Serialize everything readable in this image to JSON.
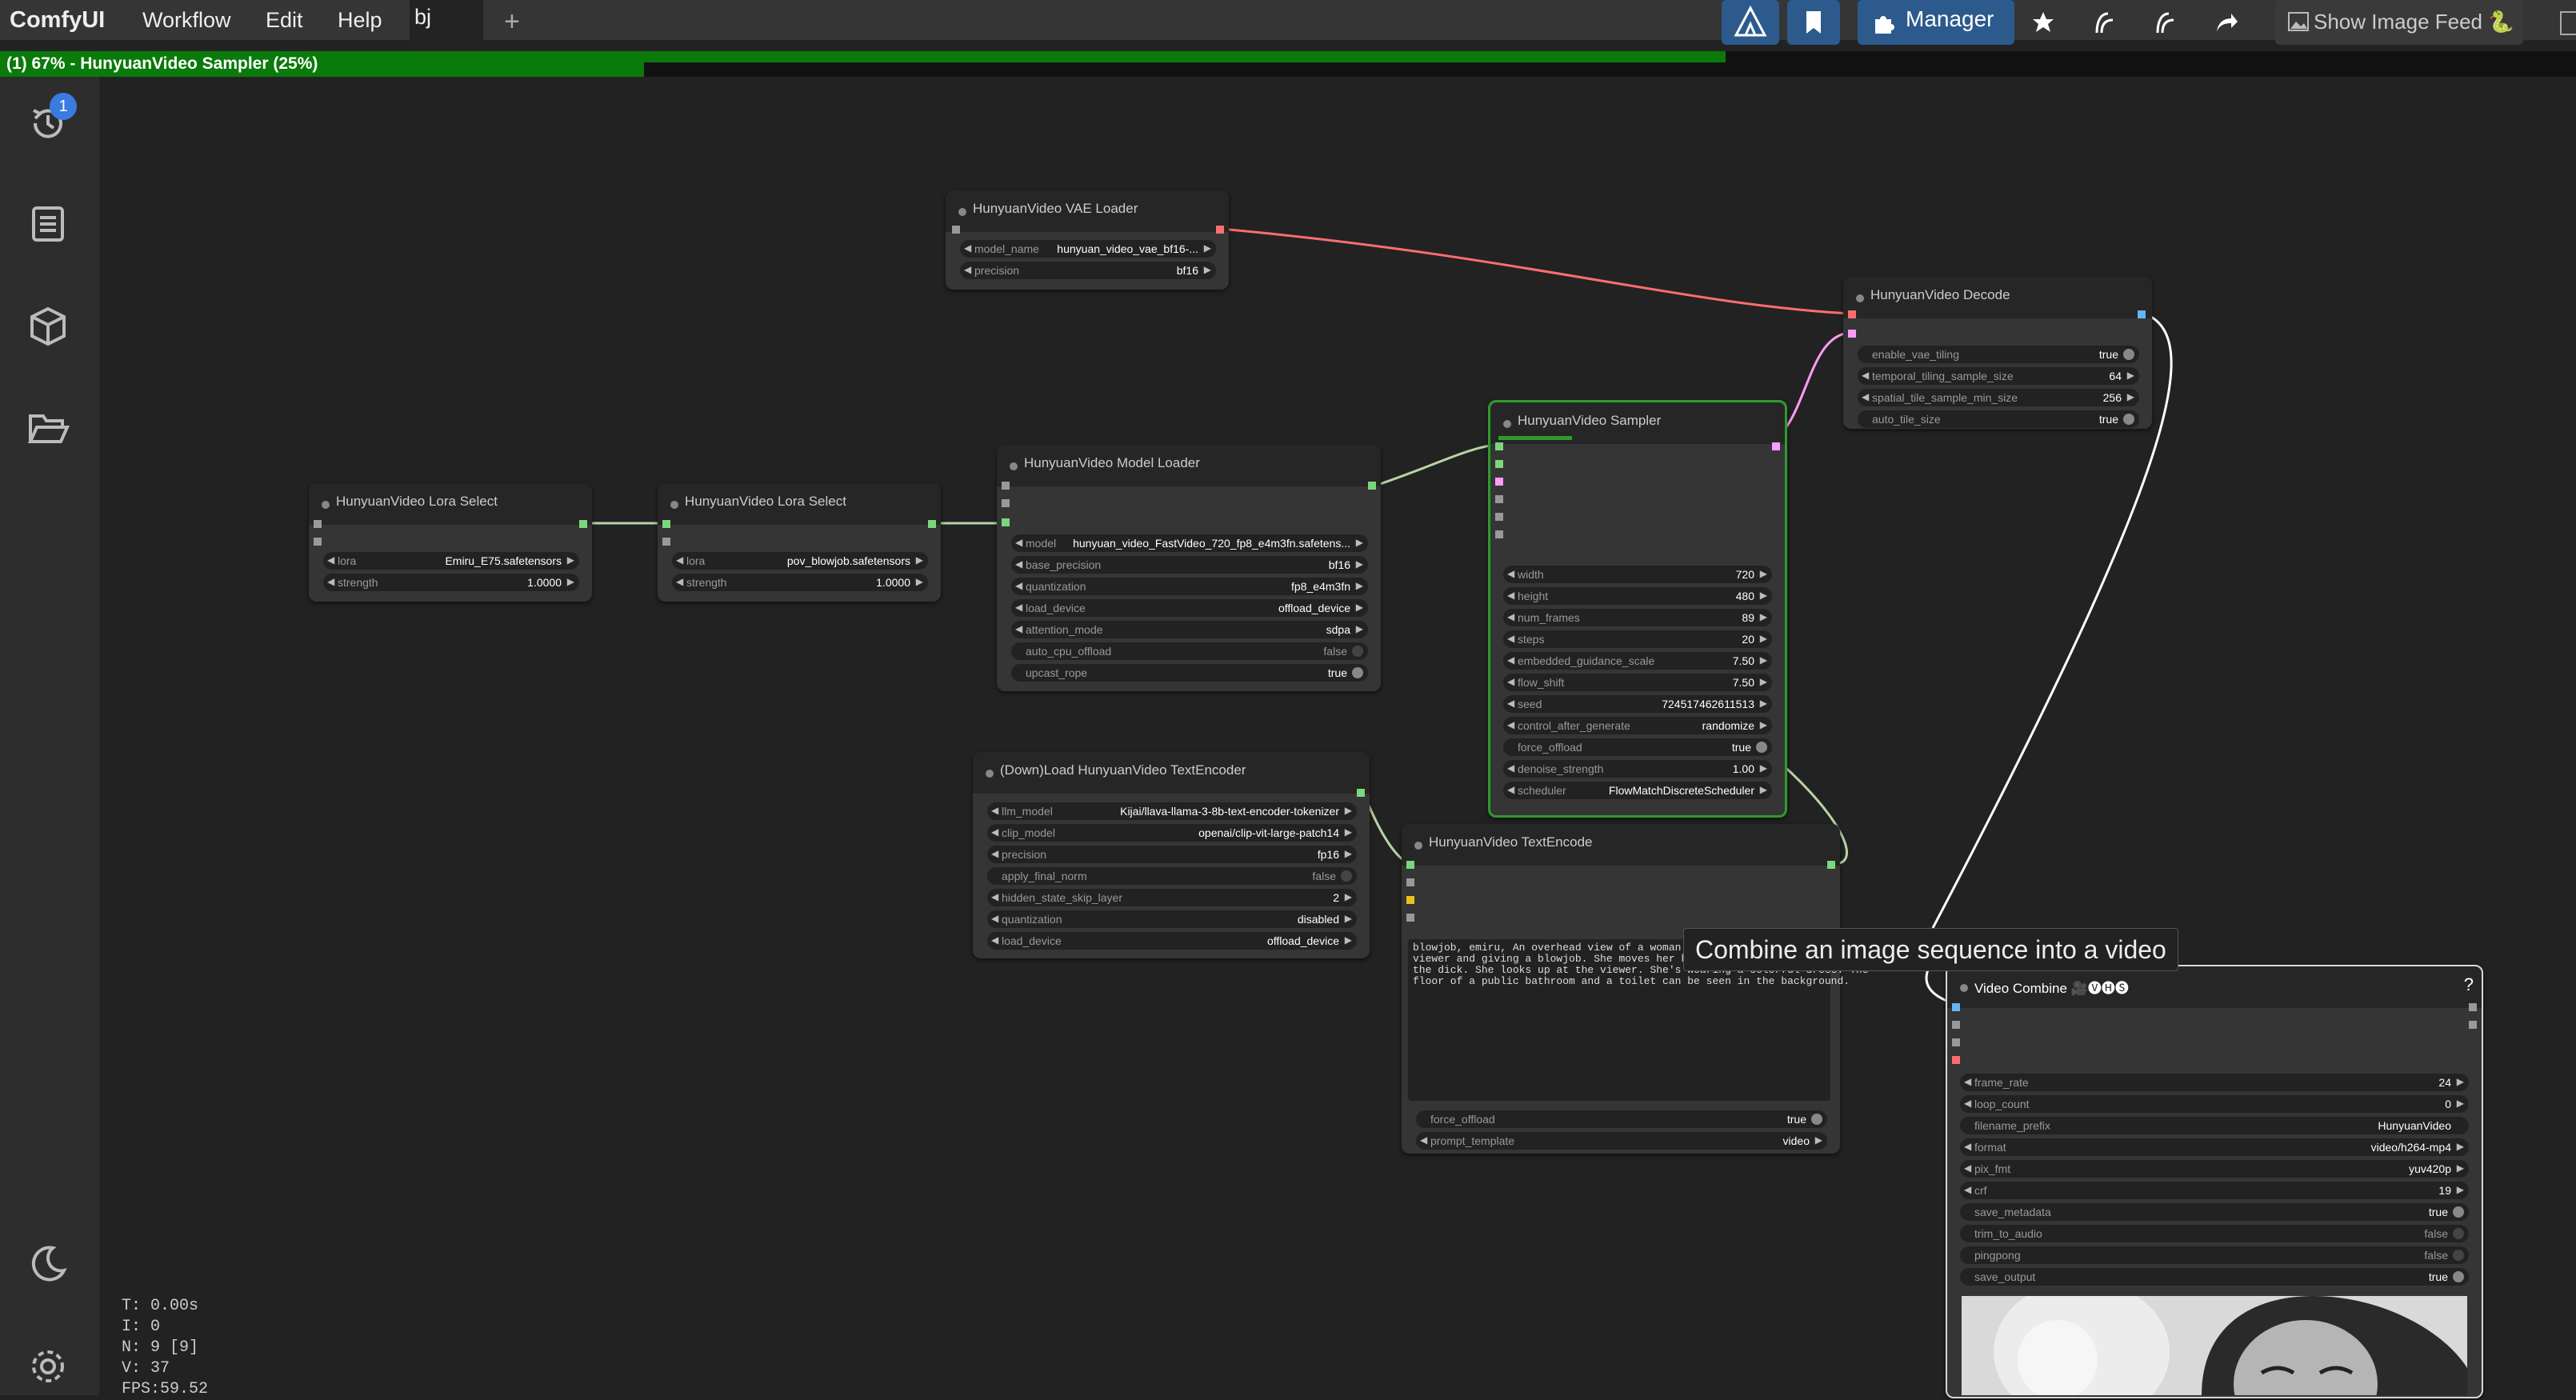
{
  "topbar": {
    "app_name": "ComfyUI",
    "menus": [
      "Workflow",
      "Edit",
      "Help"
    ],
    "tab": "bj",
    "new_tab": "+",
    "manager": "Manager",
    "show_image_feed": "Show Image Feed 🐍"
  },
  "progress": {
    "label": "(1) 67% - HunyuanVideo Sampler (25%)",
    "percent": 67,
    "node_percent": 25
  },
  "sidebar": {
    "queue_badge": "1",
    "items": [
      "history-icon",
      "queue-list-icon",
      "model-library-icon",
      "workflows-folder-icon",
      "theme-toggle-icon",
      "settings-icon"
    ]
  },
  "stats": {
    "t": "T: 0.00s",
    "i": "I: 0",
    "n": "N: 9 [9]",
    "v": "V: 37",
    "fps": "FPS:59.52"
  },
  "nodes": {
    "vae_loader": {
      "title": "HunyuanVideo VAE Loader",
      "model_name_label": "model_name",
      "model_name": "hunyuan_video_vae_bf16-...",
      "precision_label": "precision",
      "precision": "bf16"
    },
    "decode": {
      "title": "HunyuanVideo Decode",
      "w1_label": "enable_vae_tiling",
      "w1": "true",
      "w2_label": "temporal_tiling_sample_size",
      "w2": "64",
      "w3_label": "spatial_tile_sample_min_size",
      "w3": "256",
      "w4_label": "auto_tile_size",
      "w4": "true"
    },
    "lora1": {
      "title": "HunyuanVideo Lora Select",
      "lora_label": "lora",
      "lora": "Emiru_E75.safetensors",
      "strength_label": "strength",
      "strength": "1.0000"
    },
    "lora2": {
      "title": "HunyuanVideo Lora Select",
      "lora_label": "lora",
      "lora": "pov_blowjob.safetensors",
      "strength_label": "strength",
      "strength": "1.0000"
    },
    "model_loader": {
      "title": "HunyuanVideo Model Loader",
      "w1_label": "model",
      "w1": "hunyuan_video_FastVideo_720_fp8_e4m3fn.safetens...",
      "w2_label": "base_precision",
      "w2": "bf16",
      "w3_label": "quantization",
      "w3": "fp8_e4m3fn",
      "w4_label": "load_device",
      "w4": "offload_device",
      "w5_label": "attention_mode",
      "w5": "sdpa",
      "w6_label": "auto_cpu_offload",
      "w6": "false",
      "w7_label": "upcast_rope",
      "w7": "true"
    },
    "sampler": {
      "title": "HunyuanVideo Sampler",
      "w1_label": "width",
      "w1": "720",
      "w2_label": "height",
      "w2": "480",
      "w3_label": "num_frames",
      "w3": "89",
      "w4_label": "steps",
      "w4": "20",
      "w5_label": "embedded_guidance_scale",
      "w5": "7.50",
      "w6_label": "flow_shift",
      "w6": "7.50",
      "w7_label": "seed",
      "w7": "724517462611513",
      "w8_label": "control_after_generate",
      "w8": "randomize",
      "w9_label": "force_offload",
      "w9": "true",
      "w10_label": "denoise_strength",
      "w10": "1.00",
      "w11_label": "scheduler",
      "w11": "FlowMatchDiscreteScheduler"
    },
    "text_encoder_loader": {
      "title": "(Down)Load HunyuanVideo TextEncoder",
      "w1_label": "llm_model",
      "w1": "Kijai/llava-llama-3-8b-text-encoder-tokenizer",
      "w2_label": "clip_model",
      "w2": "openai/clip-vit-large-patch14",
      "w3_label": "precision",
      "w3": "fp16",
      "w4_label": "apply_final_norm",
      "w4": "false",
      "w5_label": "hidden_state_skip_layer",
      "w5": "2",
      "w6_label": "quantization",
      "w6": "disabled",
      "w7_label": "load_device",
      "w7": "offload_device"
    },
    "text_encode": {
      "title": "HunyuanVideo TextEncode",
      "prompt": "blowjob, emiru, An overhead view of a woman kneel\nviewer and giving a blowjob. She moves her head b\nthe dick. She looks up at the viewer. She's wearing a colorful dress. The\nfloor of a public bathroom and a toilet can be seen in the background.",
      "w1_label": "force_offload",
      "w1": "true",
      "w2_label": "prompt_template",
      "w2": "video"
    },
    "video_combine": {
      "title": "Video Combine 🎥🅥🅗🅢",
      "help": "?",
      "w1_label": "frame_rate",
      "w1": "24",
      "w2_label": "loop_count",
      "w2": "0",
      "w3_label": "filename_prefix",
      "w3": "HunyuanVideo",
      "w4_label": "format",
      "w4": "video/h264-mp4",
      "w5_label": "pix_fmt",
      "w5": "yuv420p",
      "w6_label": "crf",
      "w6": "19",
      "w7_label": "save_metadata",
      "w7": "true",
      "w8_label": "trim_to_audio",
      "w8": "false",
      "w9_label": "pingpong",
      "w9": "false",
      "w10_label": "save_output",
      "w10": "true"
    }
  },
  "tooltip": "Combine an image sequence into a video",
  "colors": {
    "accent": "#2c5a8c",
    "progress": "#0a7a0a",
    "link_model": "#b7d3a8",
    "link_vae": "#ff6e6e",
    "link_latent": "#ff9cf9",
    "link_image": "#64b5f6"
  }
}
